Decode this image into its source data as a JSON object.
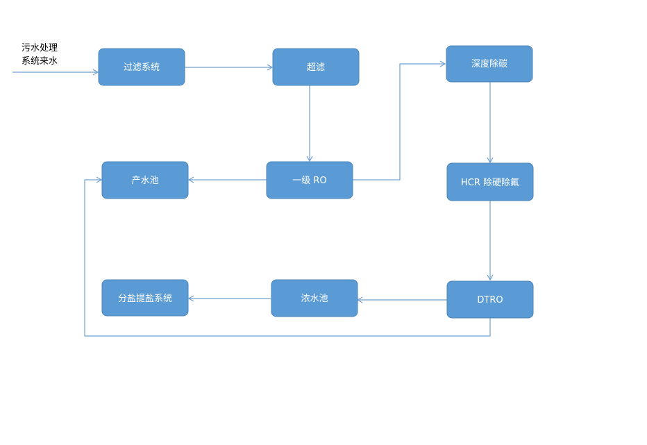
{
  "source": {
    "line1": "污水处理",
    "line2": "系统来水"
  },
  "nodes": {
    "filtration": "过滤系统",
    "ultrafiltration": "超滤",
    "deep_decarbonization": "深度除碳",
    "ro_primary": "一级 RO",
    "product_tank": "产水池",
    "hcr": "HCR 除硬除氟",
    "dtro": "DTRO",
    "concentrate_tank": "浓水池",
    "salt_separation": "分盐提盐系统"
  },
  "colors": {
    "box_fill": "#5b9bd5",
    "box_border": "#4a84b8",
    "box_text": "#ffffff",
    "connector": "#6fa0d2"
  }
}
